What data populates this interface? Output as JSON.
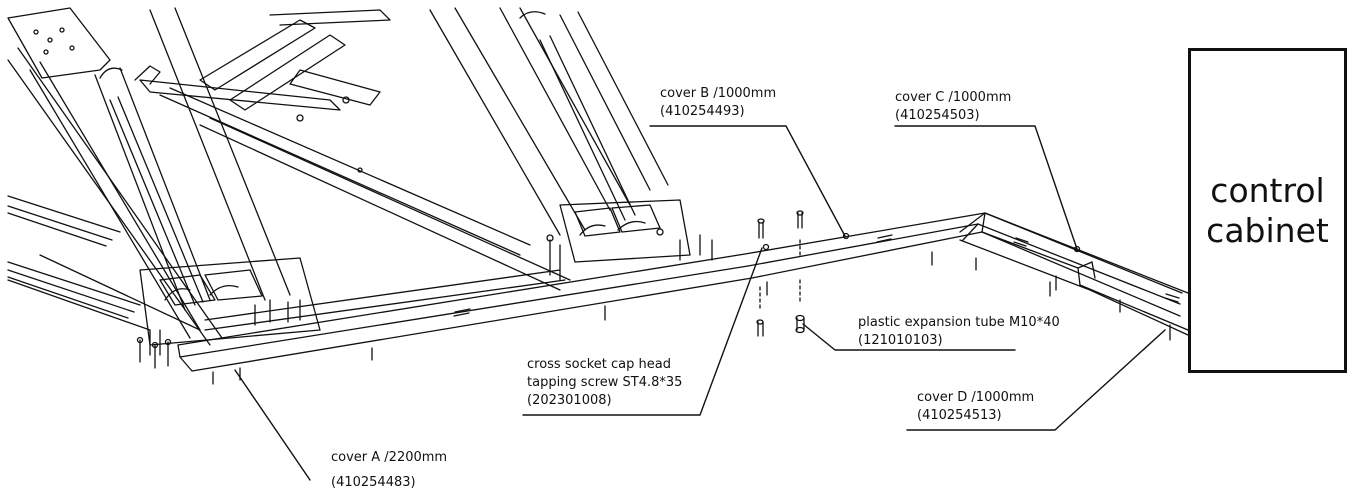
{
  "labels": {
    "cover_b": {
      "name": "cover B /1000mm",
      "code": "(410254493)"
    },
    "cover_c": {
      "name": "cover C /1000mm",
      "code": "(410254503)"
    },
    "expansion_tube": {
      "name": "plastic expansion tube M10*40",
      "code": "(121010103)"
    },
    "screw": {
      "line1": "cross socket cap head",
      "line2": "tapping screw ST4.8*35",
      "code": "(202301008)"
    },
    "cover_d": {
      "name": "cover D /1000mm",
      "code": "(410254513)"
    },
    "cover_a": {
      "name": "cover A /2200mm",
      "code": "(410254483)"
    }
  },
  "control_cabinet": {
    "line1": "control",
    "line2": "cabinet"
  },
  "colors": {
    "ink": "#111111",
    "background": "#ffffff"
  }
}
